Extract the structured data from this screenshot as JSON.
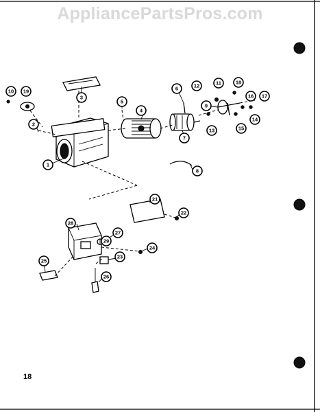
{
  "watermark": "AppliancePartsPros.com",
  "page_number": "18",
  "callouts": [
    "1",
    "2",
    "3",
    "4",
    "5",
    "6",
    "7",
    "8",
    "9",
    "10",
    "11",
    "12",
    "13",
    "14",
    "15",
    "16",
    "17",
    "18",
    "19",
    "21",
    "22",
    "23",
    "24",
    "25",
    "26",
    "27",
    "28",
    "29"
  ]
}
